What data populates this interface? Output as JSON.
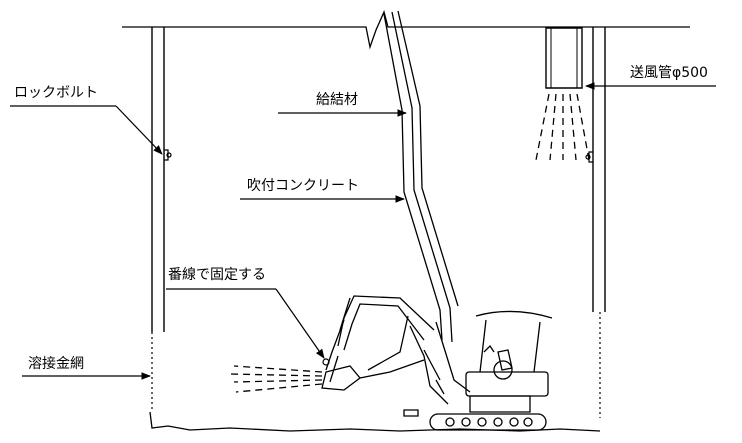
{
  "labels": {
    "rock_bolt": "ロックボルト",
    "binder": "給結材",
    "ventilation_duct": "送風管φ500",
    "shotcrete": "吹付コンクリート",
    "wire_fix": "番線で固定する",
    "welded_mesh": "溶接金網"
  },
  "colors": {
    "line": "#000000",
    "background": "#ffffff"
  }
}
